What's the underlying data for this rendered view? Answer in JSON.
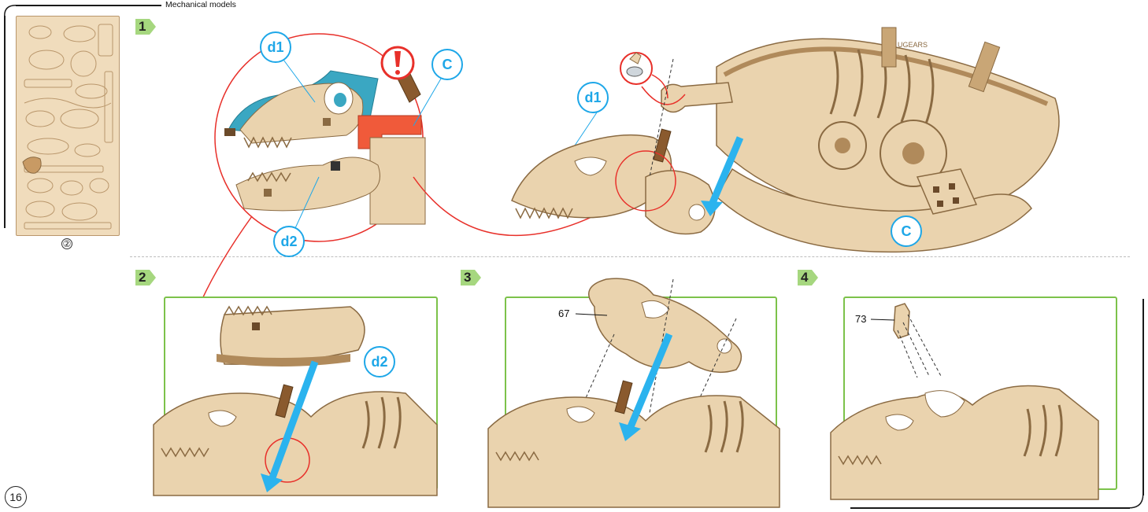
{
  "header": {
    "title": "Mechanical models"
  },
  "sheet": {
    "number": "②"
  },
  "page": {
    "number": "16"
  },
  "steps": [
    {
      "label": "1"
    },
    {
      "label": "2"
    },
    {
      "label": "3"
    },
    {
      "label": "4"
    }
  ],
  "callouts": {
    "d1_zoom": "d1",
    "c_zoom": "C",
    "d2_zoom": "d2",
    "d1_main": "d1",
    "c_main": "C",
    "d2_step2": "d2"
  },
  "parts": {
    "step3": "67",
    "step4": "73"
  },
  "brand": {
    "mark": "UGEARS"
  },
  "colors": {
    "wood": "#ead3ae",
    "wood_dark": "#b08a5b",
    "wood_edge": "#8a6a42",
    "callout_blue": "#1ea7e8",
    "arrow_blue": "#2bb3ee",
    "highlight_red": "#e8302a",
    "step_green": "#7cc24a",
    "teal_part": "#3aa7c2",
    "orange_part": "#f05a3a"
  }
}
